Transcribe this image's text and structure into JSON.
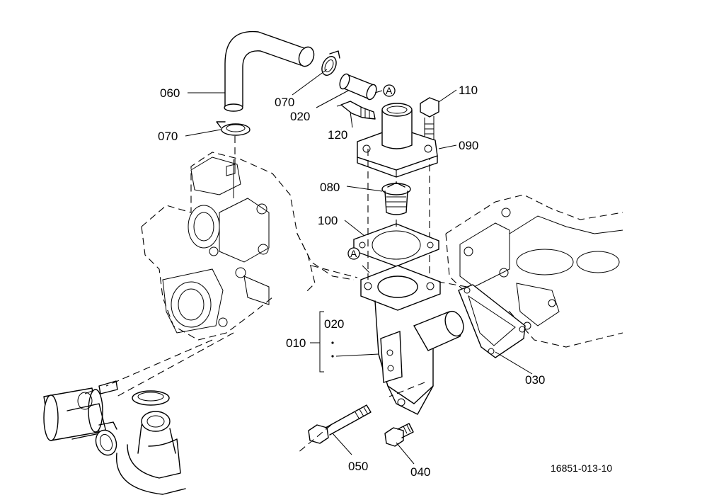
{
  "labels": {
    "p060": "060",
    "p070a": "070",
    "p070b": "070",
    "p020": "020",
    "p120": "120",
    "p110": "110",
    "p090": "090",
    "p080": "080",
    "p100": "100",
    "p010": "010",
    "p020b": "020",
    "p030": "030",
    "p050": "050",
    "p040": "040",
    "markerA1": "A",
    "markerA2": "A"
  },
  "reference_code": "16851-013-10"
}
